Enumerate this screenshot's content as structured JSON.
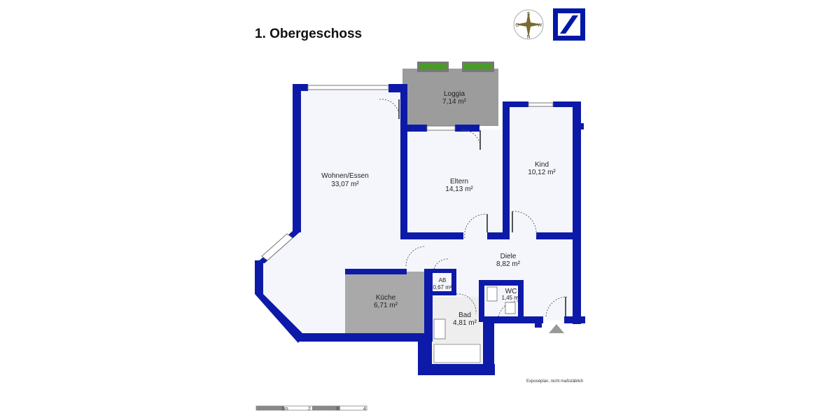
{
  "title": "1. Obergeschoss",
  "note": "Exposéplan, nicht maßstäblich",
  "compass": {
    "labels": [
      "S",
      "W",
      "N",
      "O"
    ]
  },
  "colors": {
    "wall": "#0d1aa8",
    "floor": "#f5f6fb",
    "tile": "#a9a9a9",
    "logo": "#0018a8"
  },
  "rooms": [
    {
      "name": "Loggia",
      "area": "7,14 m²"
    },
    {
      "name": "Wohnen/Essen",
      "area": "33,07 m²"
    },
    {
      "name": "Eltern",
      "area": "14,13 m²"
    },
    {
      "name": "Kind",
      "area": "10,12 m²"
    },
    {
      "name": "Diele",
      "area": "8,82 m²"
    },
    {
      "name": "AB",
      "area": "0,67 m²"
    },
    {
      "name": "WC",
      "area": "1,45 m²"
    },
    {
      "name": "Küche",
      "area": "6,71 m²"
    },
    {
      "name": "Bad",
      "area": "4,81 m²"
    }
  ],
  "scale": {
    "labels": [
      "1m",
      "2",
      "3",
      "4"
    ]
  }
}
